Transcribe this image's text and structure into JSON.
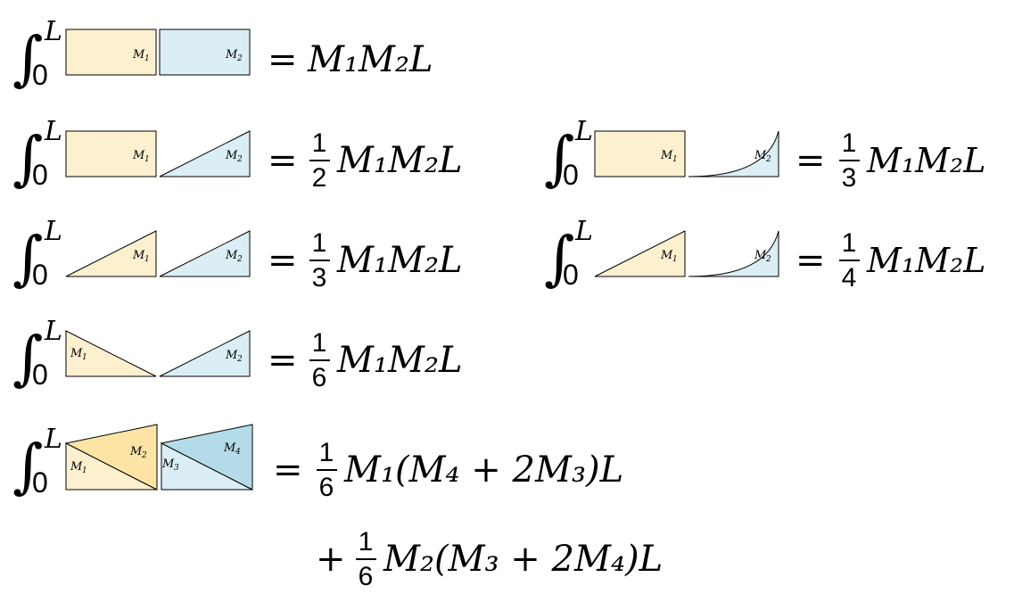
{
  "integral": {
    "sign": "∫",
    "upper": "L",
    "lower": "0"
  },
  "diagram_labels": {
    "M1": "M",
    "M1_sub": "1",
    "M2": "M",
    "M2_sub": "2",
    "M3": "M",
    "M3_sub": "3",
    "M4": "M",
    "M4_sub": "4"
  },
  "formulas": {
    "f1": {
      "eq": "=",
      "body": "M₁M₂L"
    },
    "f2": {
      "eq": "=",
      "num": "1",
      "den": "2",
      "body": "M₁M₂L"
    },
    "f3": {
      "eq": "=",
      "num": "1",
      "den": "3",
      "body": "M₁M₂L"
    },
    "f4": {
      "eq": "=",
      "num": "1",
      "den": "3",
      "body": "M₁M₂L"
    },
    "f5": {
      "eq": "=",
      "num": "1",
      "den": "4",
      "body": "M₁M₂L"
    },
    "f6": {
      "eq": "=",
      "num": "1",
      "den": "6",
      "body": "M₁M₂L"
    },
    "f7": {
      "eq": "=",
      "num": "1",
      "den": "6",
      "body": "M₁(M₄ + 2M₃)L"
    },
    "f8": {
      "eq": "+",
      "num": "1",
      "den": "6",
      "body": "M₂(M₃ + 2M₄)L"
    }
  },
  "colors": {
    "yellow_fill": "#fdf0cf",
    "yellow_dark": "#fde4a4",
    "blue_fill": "#dbeef5",
    "blue_dark": "#b4dce8",
    "stroke": "#000000"
  }
}
